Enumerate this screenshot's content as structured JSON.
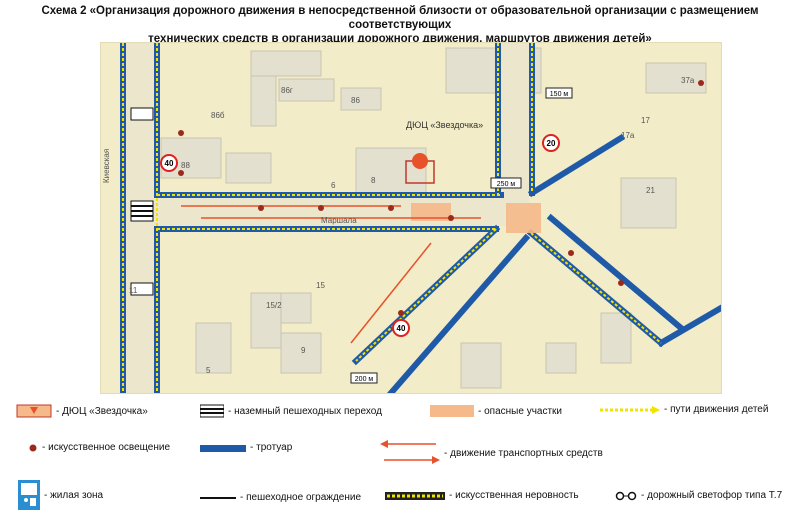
{
  "title": {
    "line1": "Схема 2 «Организация дорожного движения в непосредственной близости от образовательной организации с размещением соответствующих",
    "line2": "технических средств в организации дорожного движения, маршрутов движения детей»"
  },
  "map": {
    "building_name": "ДЮЦ «Звездочка»",
    "street_1": "Киевская",
    "street_2": "Маршала",
    "houses": [
      "88",
      "86г",
      "86б",
      "86",
      "8",
      "6",
      "17а",
      "21",
      "37а",
      "17",
      "15/2",
      "15",
      "11",
      "9",
      "5"
    ],
    "signs": {
      "speed_40": "40",
      "speed_20": "20",
      "distance_250": "250 м",
      "distance_150": "150 м",
      "distance_200": "200 м"
    }
  },
  "legend": {
    "school": "- ДЮЦ «Звездочка»",
    "crossing": "- наземный пешеходных переход",
    "danger": "- опасные участки",
    "child_path": "- пути движения детей",
    "lighting": "- искусственное освещение",
    "sidewalk": "- тротуар",
    "traffic": "- движение транспортных средств",
    "living_zone": "- жилая зона",
    "fence": "- пешеходное ограждение",
    "bump": "- искусственная неровность",
    "signal": "- дорожный светофор типа Т.7"
  },
  "colors": {
    "sidewalk": "#1f5aa8",
    "child_path": "#f2e200",
    "danger": "#f5b98a",
    "traffic": "#e8522a",
    "lighting": "#9b2a1d",
    "map_bg": "#f2ecc8",
    "building": "#e3e0cf",
    "road": "#ece7cc"
  }
}
